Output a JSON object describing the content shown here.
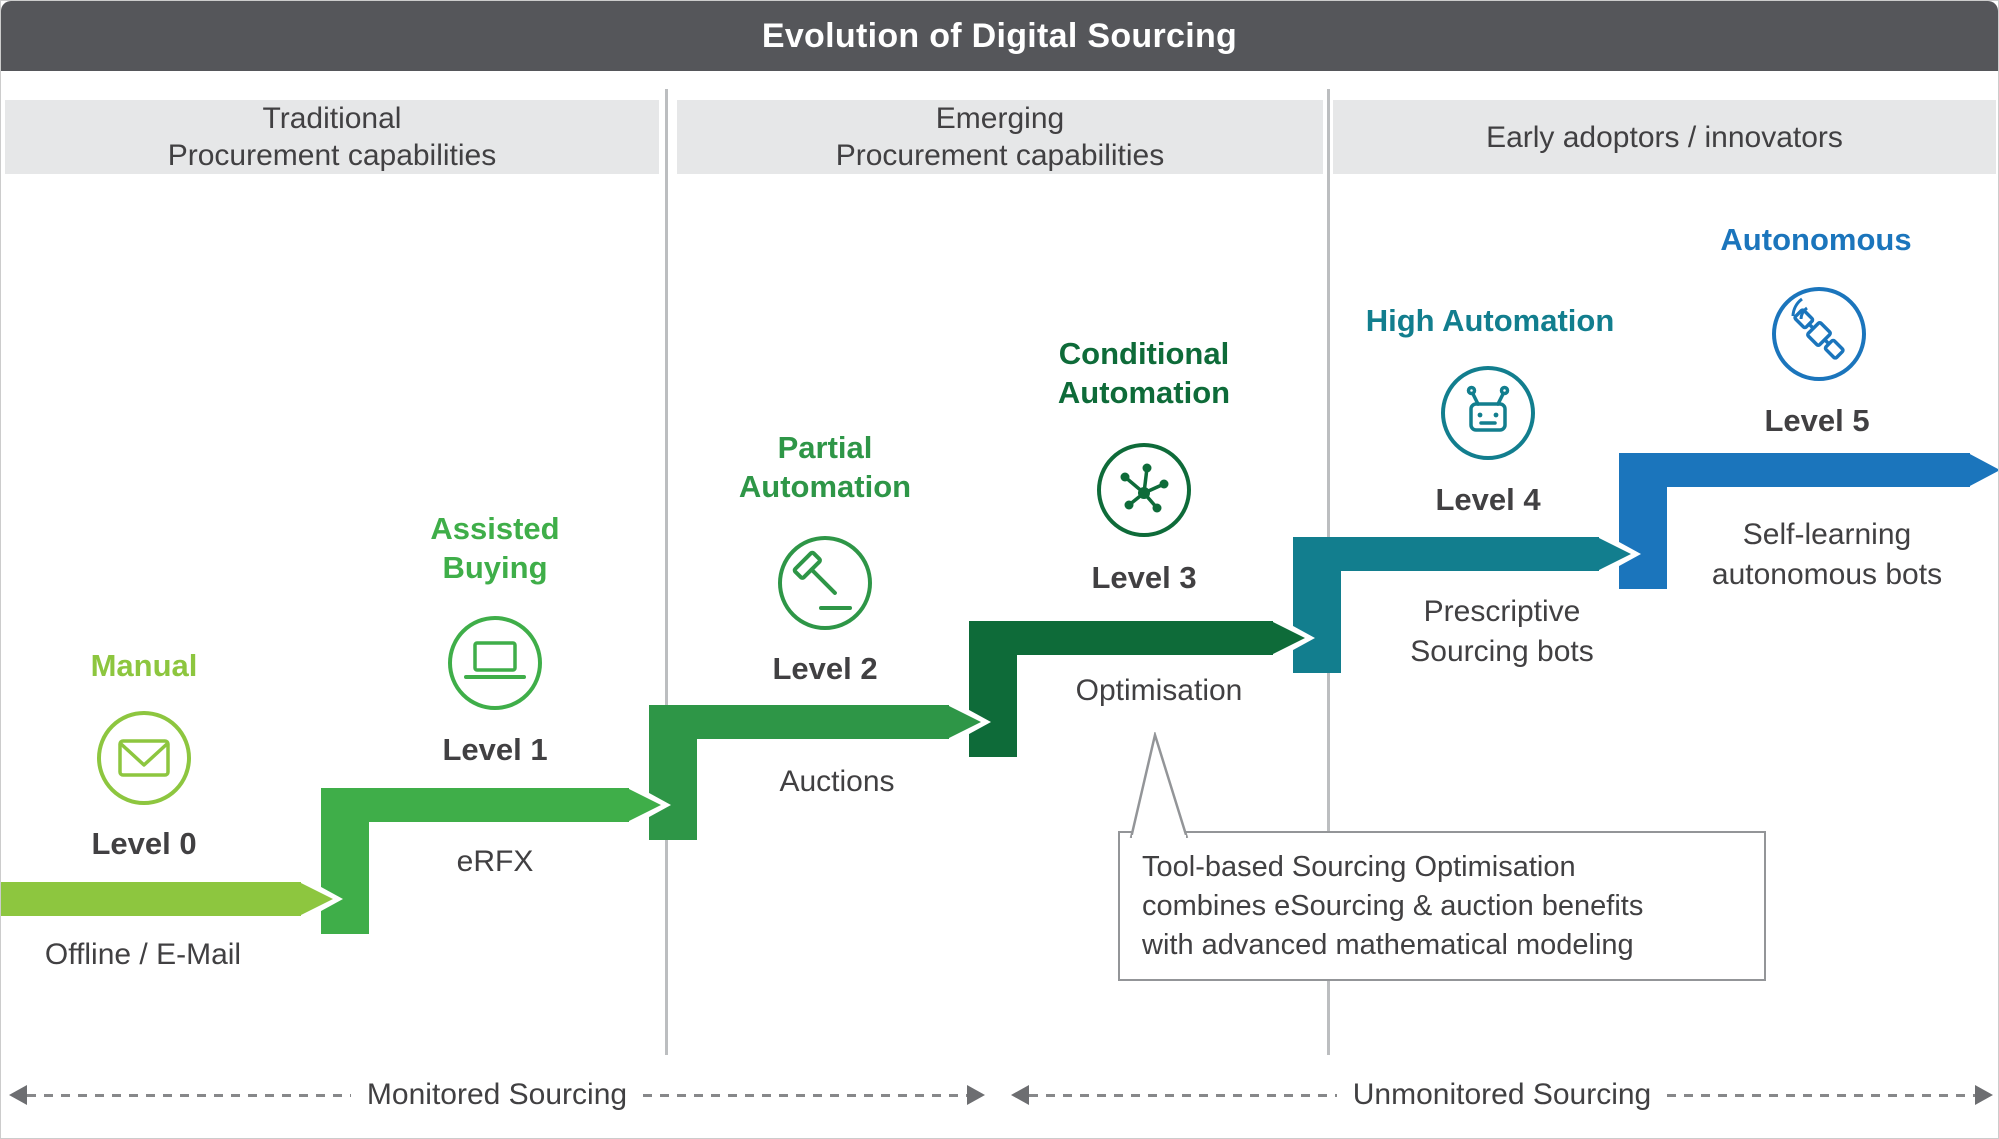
{
  "title": "Evolution of Digital Sourcing",
  "columns": [
    {
      "line1": "Traditional",
      "line2": "Procurement capabilities"
    },
    {
      "line1": "Emerging",
      "line2": "Procurement capabilities"
    },
    {
      "line1": "Early adoptors / innovators"
    }
  ],
  "levels": [
    {
      "name": "Manual",
      "label": "Level 0",
      "caption": "Offline / E-Mail",
      "color": "#8DC63F",
      "icon": "envelope-icon"
    },
    {
      "name": "Assisted Buying",
      "label": "Level 1",
      "caption": "eRFX",
      "color": "#3FAE49",
      "icon": "laptop-icon"
    },
    {
      "name": "Partial Automation",
      "label": "Level 2",
      "caption": "Auctions",
      "color": "#2E9647",
      "icon": "gavel-icon"
    },
    {
      "name": "Conditional Automation",
      "label": "Level 3",
      "caption": "Optimisation",
      "color": "#0E6B39",
      "icon": "network-icon"
    },
    {
      "name": "High Automation",
      "label": "Level 4",
      "caption": "Prescriptive Sourcing bots",
      "color": "#127E8E",
      "icon": "robot-icon"
    },
    {
      "name": "Autonomous",
      "label": "Level 5",
      "caption": "Self-learning autonomous bots",
      "color": "#1B75BC",
      "icon": "satellite-icon"
    }
  ],
  "callout": {
    "line1": "Tool-based Sourcing Optimisation",
    "line2": "combines eSourcing & auction benefits",
    "line3": "with advanced mathematical modeling"
  },
  "footer": {
    "monitored": "Monitored Sourcing",
    "unmonitored": "Unmonitored Sourcing"
  }
}
